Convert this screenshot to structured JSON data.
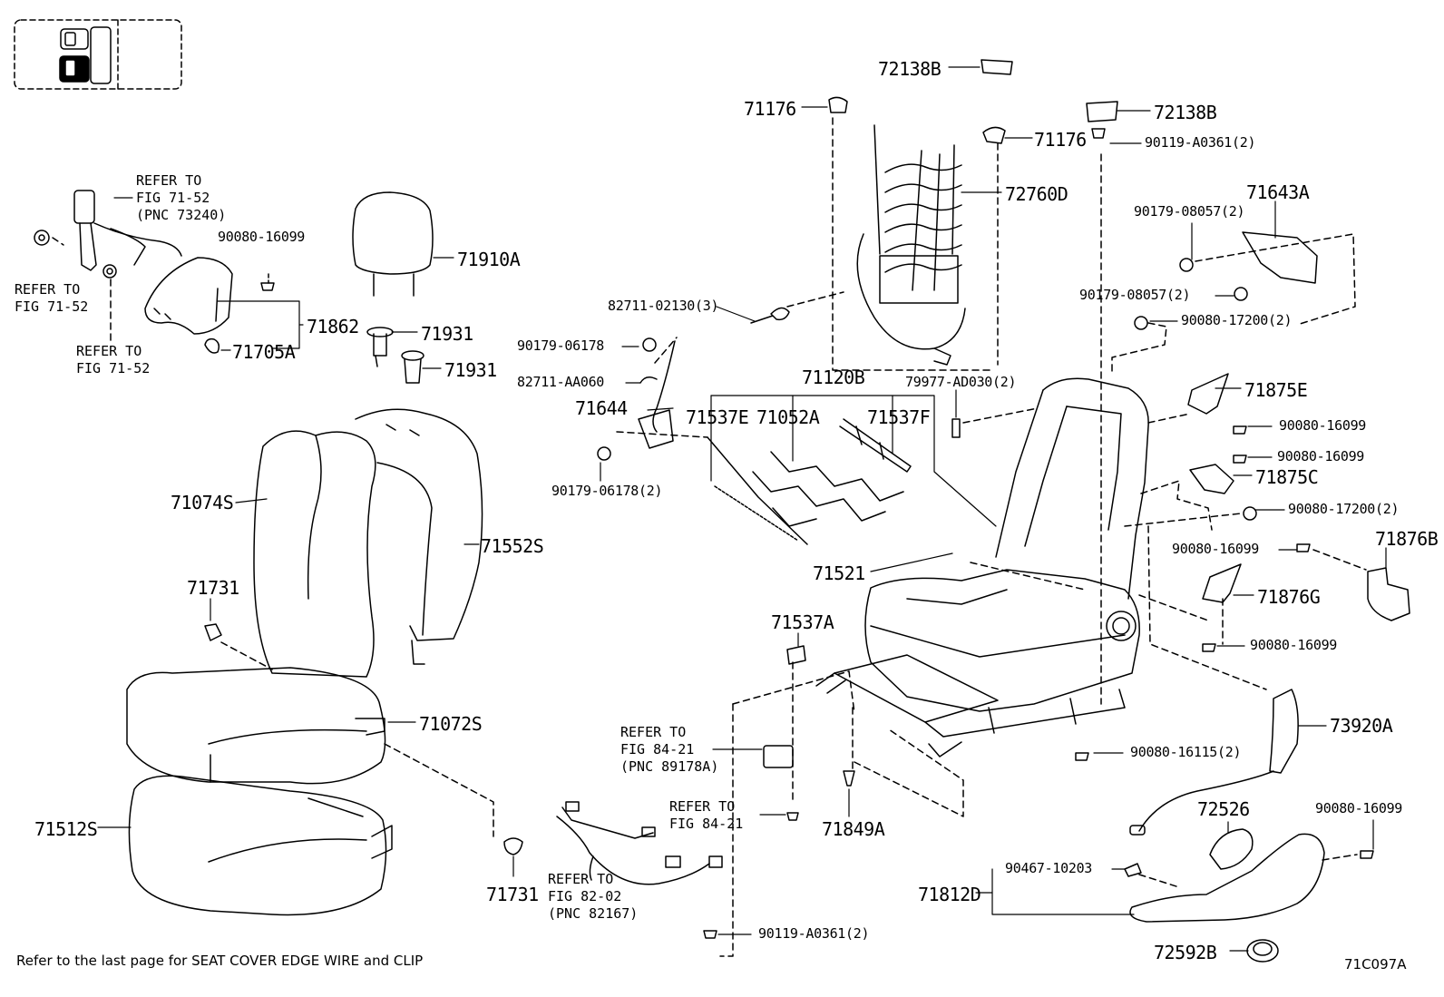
{
  "diagram": {
    "footer_note": "Refer to the last page for SEAT COVER EDGE WIRE and CLIP",
    "figure_code": "71C097A",
    "part_labels": [
      "72138B",
      "72138B",
      "71176",
      "71176",
      "72760D",
      "71643A",
      "71910A",
      "71862",
      "71931",
      "71931",
      "71705A",
      "71120B",
      "71537E",
      "71052A",
      "71537F",
      "71644",
      "71875E",
      "71875C",
      "71876B",
      "71876G",
      "71074S",
      "71552S",
      "71731",
      "71731",
      "71072S",
      "71512S",
      "71521",
      "71537A",
      "71849A",
      "73920A",
      "72526",
      "71812D",
      "72592B"
    ],
    "hardware_labels": [
      "90119-A0361(2)",
      "90179-08057(2)",
      "90179-08057(2)",
      "90080-17200(2)",
      "82711-02130(3)",
      "90179-06178",
      "82711-AA060",
      "90179-06178(2)",
      "79977-AD030(2)",
      "90080-16099",
      "90080-16099",
      "90080-16099",
      "90080-17200(2)",
      "90080-16099",
      "90080-16099",
      "90080-16115(2)",
      "90080-16099",
      "90467-10203",
      "90119-A0361(2)"
    ],
    "refer_notes": [
      "REFER TO\nFIG 71-52\n(PNC 73240)",
      "REFER TO\nFIG 71-52",
      "REFER TO\nFIG 71-52",
      "REFER TO\nFIG 84-21\n(PNC 89178A)",
      "REFER TO\nFIG 84-21",
      "REFER TO\nFIG 82-02\n(PNC 82167)"
    ]
  }
}
